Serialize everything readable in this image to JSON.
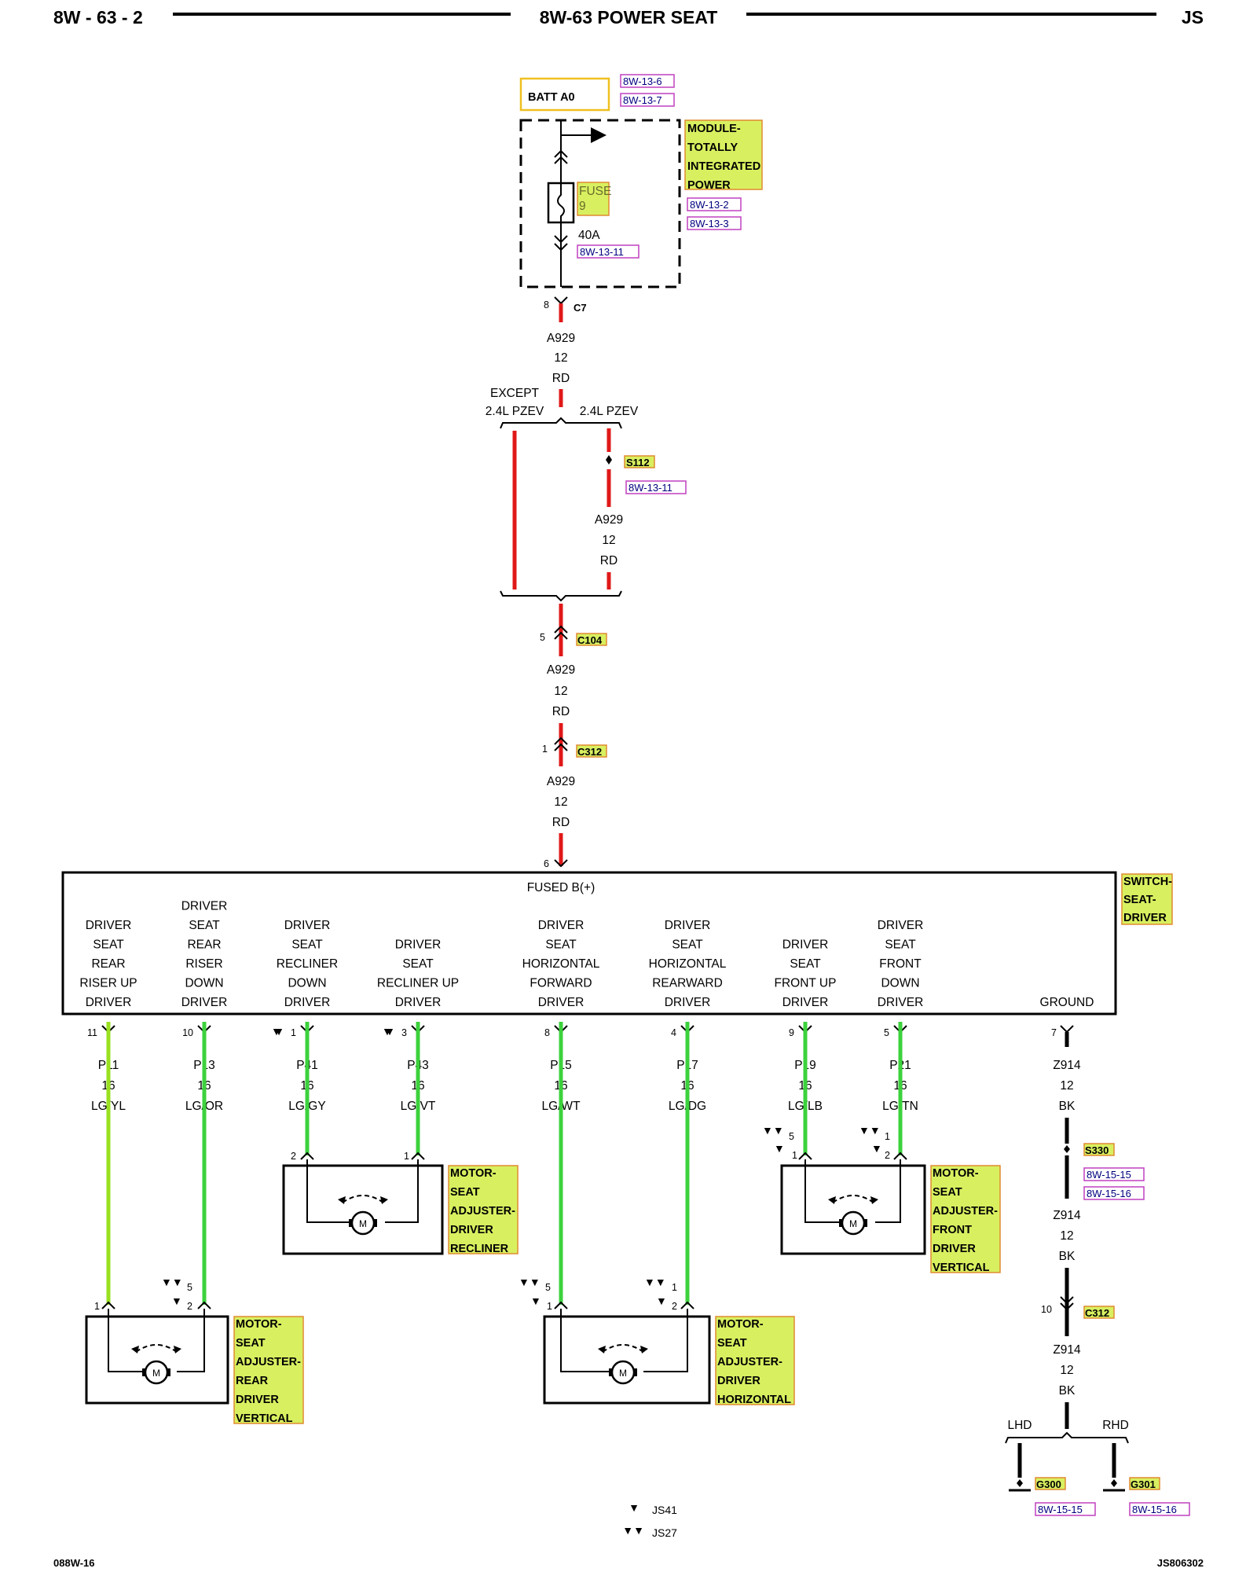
{
  "header": {
    "left": "8W - 63 - 2",
    "title": "8W-63 POWER SEAT",
    "right": "JS"
  },
  "footer": {
    "left": "088W-16",
    "right": "JS806302"
  },
  "batt": {
    "label": "BATT A0",
    "refs": [
      "8W-13-6",
      "8W-13-7"
    ]
  },
  "module": {
    "name_lines": [
      "MODULE-",
      "TOTALLY",
      "INTEGRATED",
      "POWER"
    ],
    "refs": [
      "8W-13-2",
      "8W-13-3"
    ],
    "fuse": {
      "label": "FUSE",
      "number": "9",
      "rating": "40A",
      "ref": "8W-13-11"
    }
  },
  "c7": {
    "pin": "8",
    "name": "C7"
  },
  "wire_a929": {
    "circuit": "A929",
    "gauge": "12",
    "color": "RD"
  },
  "branch": {
    "left_lines": [
      "EXCEPT",
      "2.4L PZEV"
    ],
    "right": "2.4L PZEV"
  },
  "s112": {
    "name": "S112",
    "ref": "8W-13-11"
  },
  "c104": {
    "pin": "5",
    "name": "C104"
  },
  "c312_top": {
    "pin": "1",
    "name": "C312"
  },
  "switch": {
    "name_lines": [
      "SWITCH-",
      "SEAT-",
      "DRIVER"
    ],
    "input_pin": "6",
    "input_label": "FUSED B(+)",
    "ground_label": "GROUND",
    "outputs": [
      {
        "lines": [
          "DRIVER",
          "SEAT",
          "REAR",
          "RISER UP",
          "DRIVER"
        ],
        "pin": "11",
        "circuit": "P11",
        "gauge": "16",
        "color": "LG/YL"
      },
      {
        "lines": [
          "DRIVER",
          "SEAT",
          "REAR",
          "RISER",
          "DOWN",
          "DRIVER"
        ],
        "pin": "10",
        "circuit": "P13",
        "gauge": "16",
        "color": "LG/OR"
      },
      {
        "lines": [
          "DRIVER",
          "SEAT",
          "RECLINER",
          "DOWN",
          "DRIVER"
        ],
        "pin": "1",
        "circuit": "P41",
        "gauge": "16",
        "color": "LG/GY"
      },
      {
        "lines": [
          "DRIVER",
          "SEAT",
          "RECLINER UP",
          "DRIVER"
        ],
        "pin": "3",
        "circuit": "P43",
        "gauge": "16",
        "color": "LG/VT"
      },
      {
        "lines": [
          "DRIVER",
          "SEAT",
          "HORIZONTAL",
          "FORWARD",
          "DRIVER"
        ],
        "pin": "8",
        "circuit": "P15",
        "gauge": "16",
        "color": "LG/WT"
      },
      {
        "lines": [
          "DRIVER",
          "SEAT",
          "HORIZONTAL",
          "REARWARD",
          "DRIVER"
        ],
        "pin": "4",
        "circuit": "P17",
        "gauge": "16",
        "color": "LG/DG"
      },
      {
        "lines": [
          "DRIVER",
          "SEAT",
          "FRONT UP",
          "DRIVER"
        ],
        "pin": "9",
        "circuit": "P19",
        "gauge": "16",
        "color": "LG/LB"
      },
      {
        "lines": [
          "DRIVER",
          "SEAT",
          "FRONT",
          "DOWN",
          "DRIVER"
        ],
        "pin": "5",
        "circuit": "P21",
        "gauge": "16",
        "color": "LG/TN"
      }
    ],
    "ground": {
      "pin": "7",
      "circuit": "Z914",
      "gauge": "12",
      "color": "BK"
    }
  },
  "motors": [
    {
      "name_lines": [
        "MOTOR-",
        "SEAT",
        "ADJUSTER-",
        "REAR",
        "DRIVER",
        "VERTICAL"
      ],
      "pins": [
        "1",
        "5",
        "2"
      ]
    },
    {
      "name_lines": [
        "MOTOR-",
        "SEAT",
        "ADJUSTER-",
        "DRIVER",
        "RECLINER"
      ],
      "pins": [
        "2",
        "1"
      ]
    },
    {
      "name_lines": [
        "MOTOR-",
        "SEAT",
        "ADJUSTER-",
        "DRIVER",
        "HORIZONTAL"
      ],
      "pins": [
        "5",
        "1",
        "1",
        "2"
      ]
    },
    {
      "name_lines": [
        "MOTOR-",
        "SEAT",
        "ADJUSTER-",
        "FRONT",
        "DRIVER",
        "VERTICAL"
      ],
      "pins": [
        "5",
        "1",
        "1",
        "2"
      ]
    }
  ],
  "motor_symbol": "M",
  "s330": {
    "name": "S330",
    "refs": [
      "8W-15-15",
      "8W-15-16"
    ]
  },
  "c312_bottom": {
    "pin": "10",
    "name": "C312"
  },
  "ground_split": {
    "left": "LHD",
    "right": "RHD"
  },
  "grounds": [
    {
      "name": "G300",
      "ref": "8W-15-15"
    },
    {
      "name": "G301",
      "ref": "8W-15-16"
    }
  ],
  "legend": [
    {
      "symbol": "▼",
      "label": "JS41"
    },
    {
      "symbol": "▼▼",
      "label": "JS27"
    }
  ],
  "colors": {
    "red_wire": "#e01818",
    "green_wire": "#3cd23c",
    "lg_wire": "#9ae020",
    "highlight": "#d8f060",
    "highlight_border": "#e08a30",
    "ref_border": "#c040c0",
    "batt_border": "#f0c020"
  }
}
